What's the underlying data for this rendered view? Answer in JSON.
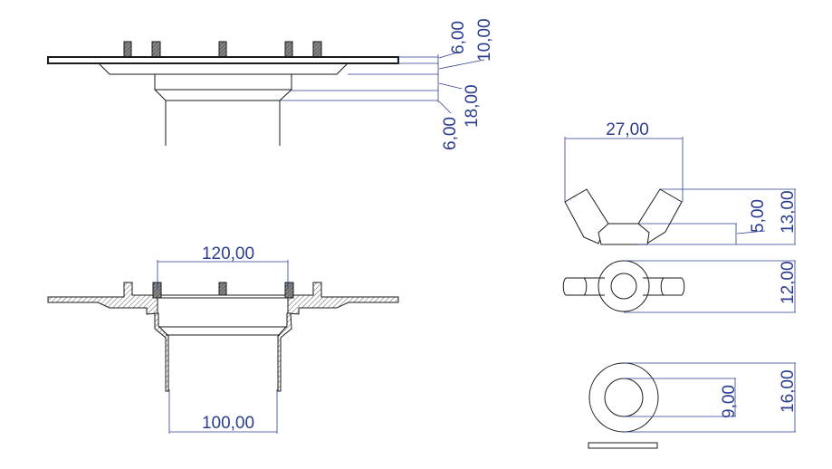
{
  "drawing": {
    "colors": {
      "line": "#1a1a1a",
      "dimension": "#2b3d8f"
    },
    "top_view": {
      "dims": {
        "d1": "6,00",
        "d2": "10,00",
        "d3": "18,00",
        "d4": "6,00"
      }
    },
    "section_view": {
      "dims": {
        "top_width": "120,00",
        "bottom_width": "100,00"
      }
    },
    "wing_nut": {
      "dims": {
        "width": "27,00",
        "hub_height": "5,00",
        "height": "13,00",
        "top_depth": "12,00"
      }
    },
    "washer": {
      "dims": {
        "inner": "9,00",
        "outer": "16,00"
      }
    }
  }
}
